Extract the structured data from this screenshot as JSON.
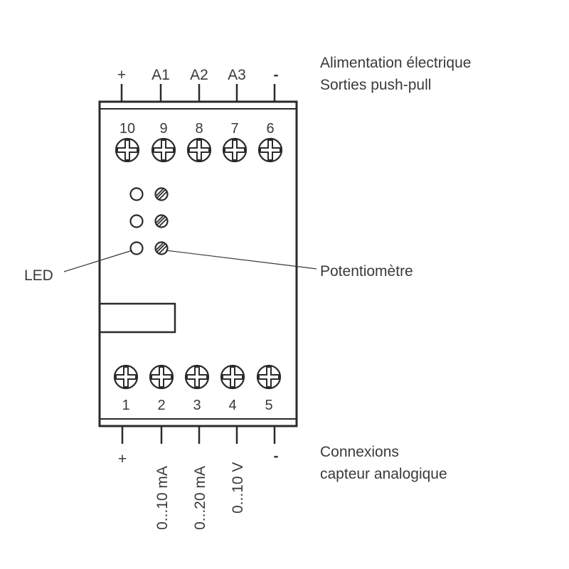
{
  "legend_top": {
    "line1": "Alimentation électrique",
    "line2": "Sorties push-pull"
  },
  "legend_bottom": {
    "line1": "Connexions",
    "line2": "capteur analogique"
  },
  "top_wires": [
    "+",
    "A1",
    "A2",
    "A3",
    "-"
  ],
  "top_terminals": [
    "10",
    "9",
    "8",
    "7",
    "6"
  ],
  "bottom_terminals": [
    "1",
    "2",
    "3",
    "4",
    "5"
  ],
  "bottom_wires": [
    "+",
    "0...10 mA",
    "0...20 mA",
    "0...10 V",
    "-"
  ],
  "callouts": {
    "led": "LED",
    "potentiometer": "Potentiomètre"
  }
}
